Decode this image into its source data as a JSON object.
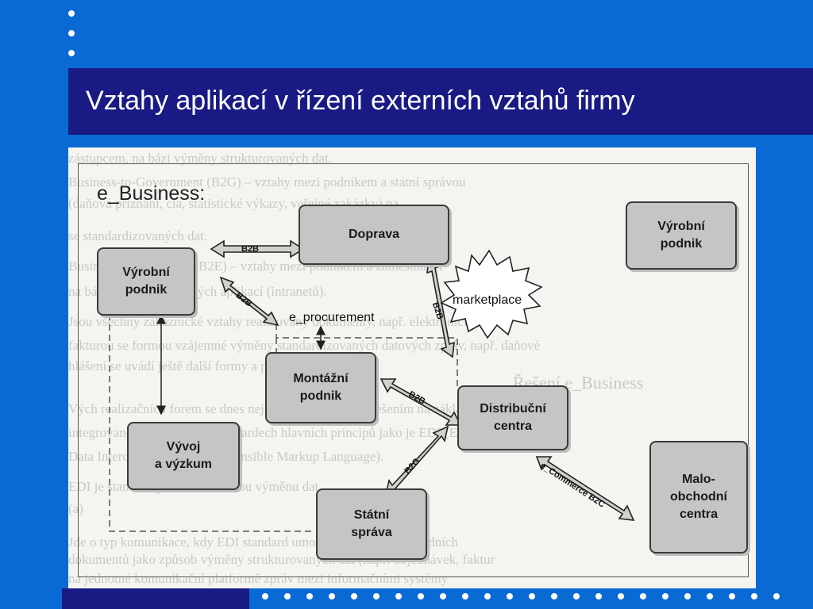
{
  "slide": {
    "title": "Vztahy aplikací v řízení externích vztahů firmy"
  },
  "diagram": {
    "heading": "e_Business:",
    "nodes": {
      "vyrobni_podnik_left": "Výrobní\npodnik",
      "doprava": "Doprava",
      "vyrobni_podnik_right": "Výrobní\npodnik",
      "marketplace": "marketplace",
      "e_procurement": "e_procurement",
      "montazni_podnik": "Montážní\npodnik",
      "distribucni_centra": "Distribuční\ncentra",
      "vyvoj": "Vývoj\na výzkum",
      "statni_sprava": "Státní\nspráva",
      "maloobchodni_centra": "Malo-\nobchodní\ncentra"
    },
    "edges": {
      "b2b_doprava": "B2B",
      "b2b_eproc": "B2B",
      "b2b_marketplace": "B2B",
      "b2b_distribuce": "B2B",
      "b2g": "B2G",
      "b2c": "e_Commerce B2C"
    }
  },
  "background_text": [
    "zástupcem, na bázi výměny strukturovaných dat.",
    "Business-to-Government (B2G) – vztahy mezi podnikem a státní správou",
    "(daňová přiznání, cla, statistické výkazy, veřejné zakázky) na",
    "se standardizovaných dat.",
    "Business-to-Employee (B2E) – vztahy mezi podnikem a zaměstnanci",
    "na bázi interních webových aplikací (intranetů).",
    "Jsou všechny zákaznické vztahy realizovány dokumenty, např. elektronickou",
    "fakturou se formou vzájemné výměny standardizovaných datových zpráv, např. daňové",
    "hlášení se uvádí ještě další formy a prostředky.",
    "Řešení e_Business",
    "Vých realizačních forem se dnes nejčastěji setkáváme s řešením na základě platformy",
    "integrované je založení na standardech hlavních principů jako je EDI (Electronic",
    "Data Interchange) a XML (eXtensible Markup Language).",
    "EDI je standard pro elektronickou výměnu dat.",
    "(a)",
    "Jde o typ komunikace, kdy EDI standard umožňuje výměnu obchodních",
    "dokumentů jako způsob výměny strukturovaných dat (např. objednávek, faktur",
    "na jednotné komunikační platformě zpráv mezi informačními systémy"
  ],
  "colors": {
    "slide_background": "#0a6ad4",
    "title_bar": "#1a1a84",
    "title_text": "#ffffff",
    "box_fill": "#c5c5c3"
  }
}
